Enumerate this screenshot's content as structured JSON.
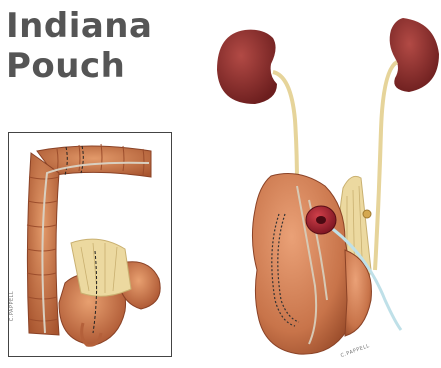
{
  "title": {
    "line1": "Indiana",
    "line2": "Pouch"
  },
  "credits": {
    "inset": "C.PAPPELL",
    "main": "C.PAPPELL"
  },
  "colors": {
    "colon": "#c97a50",
    "colon_shadow": "#a35a36",
    "kidney": "#8e2c2a",
    "ureter": "#eadca0",
    "mesentery": "#ecd9a0",
    "stoma": "#a0222b",
    "catheter": "#bfe0e8",
    "title": "#555555"
  }
}
